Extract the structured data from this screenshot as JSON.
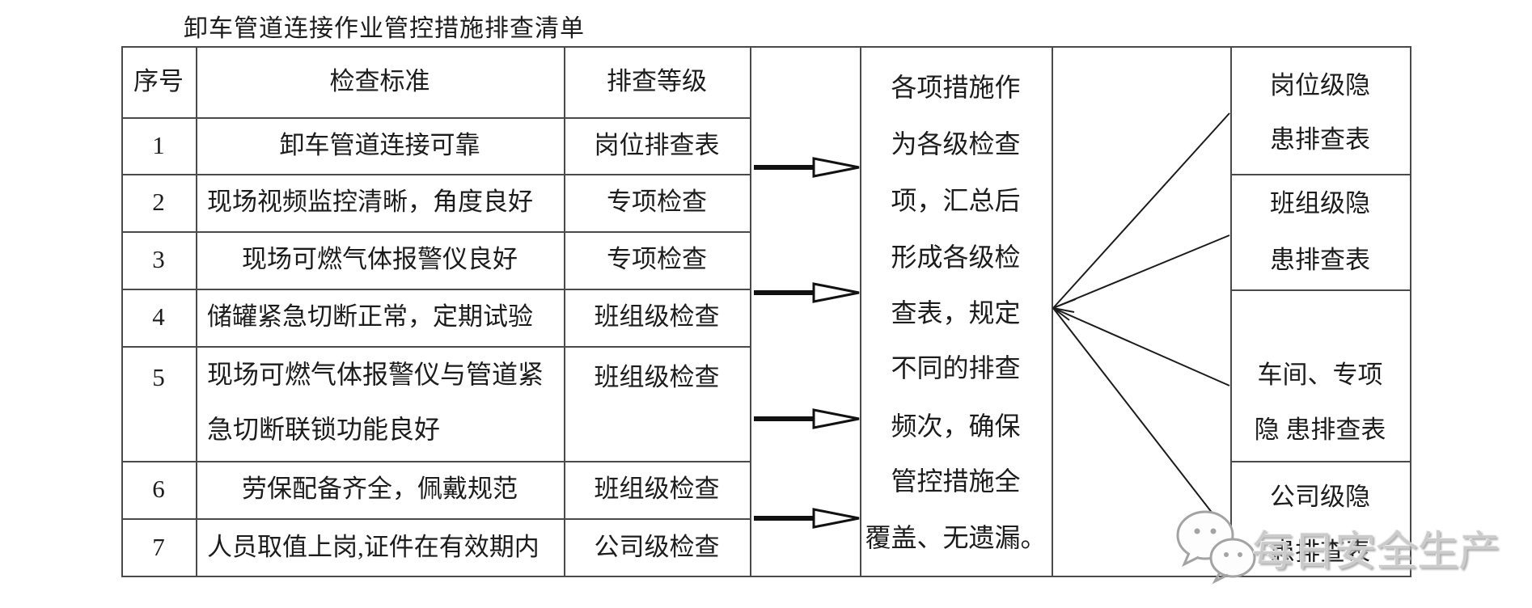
{
  "title": "卸车管道连接作业管控措施排查清单",
  "table": {
    "headers": {
      "no": "序号",
      "standard": "检查标准",
      "level": "排查等级"
    },
    "rows": [
      {
        "no": "1",
        "standard": "卸车管道连接可靠",
        "level": "岗位排查表"
      },
      {
        "no": "2",
        "standard": "现场视频监控清晰，角度良好",
        "level": "专项检查"
      },
      {
        "no": "3",
        "standard": "现场可燃气体报警仪良好",
        "level": "专项检查"
      },
      {
        "no": "4",
        "standard": "储罐紧急切断正常，定期试验",
        "level": "班组级检查"
      },
      {
        "no": "5",
        "standard": "现场可燃气体报警仪与管道紧急切断联锁功能良好",
        "level": "班组级检查"
      },
      {
        "no": "6",
        "standard": "劳保配备齐全，佩戴规范",
        "level": "班组级检查"
      },
      {
        "no": "7",
        "standard": "人员取值上岗,证件在有效期内",
        "level": "公司级检查"
      }
    ]
  },
  "summary": {
    "text": "各项措施作为各级检查项，汇总后形成各级检查表，规定不同的排查频次，确保管控措施全覆盖、无遗漏。",
    "lines": [
      "各项措施作",
      "为各级检查",
      "项，汇总后",
      "形成各级检",
      "查表，规定",
      "不同的排查",
      "频次，确保",
      "管控措施全",
      "覆盖、无遗漏。"
    ]
  },
  "output_tables": [
    {
      "lines": [
        "岗位级隐",
        "患排查表"
      ]
    },
    {
      "lines": [
        "班组级隐",
        "患排查表"
      ]
    },
    {
      "lines": [
        "车间、专项",
        "隐 患排查表"
      ]
    },
    {
      "lines": [
        "公司级隐",
        "患排查表"
      ]
    }
  ],
  "watermark": {
    "text": "每日安全生产",
    "icon": "wechat-icon"
  },
  "colors": {
    "border": "#4a4a4a",
    "text": "#1c1c1c",
    "arrow": "#111111",
    "watermark": "#cbcbcb"
  }
}
